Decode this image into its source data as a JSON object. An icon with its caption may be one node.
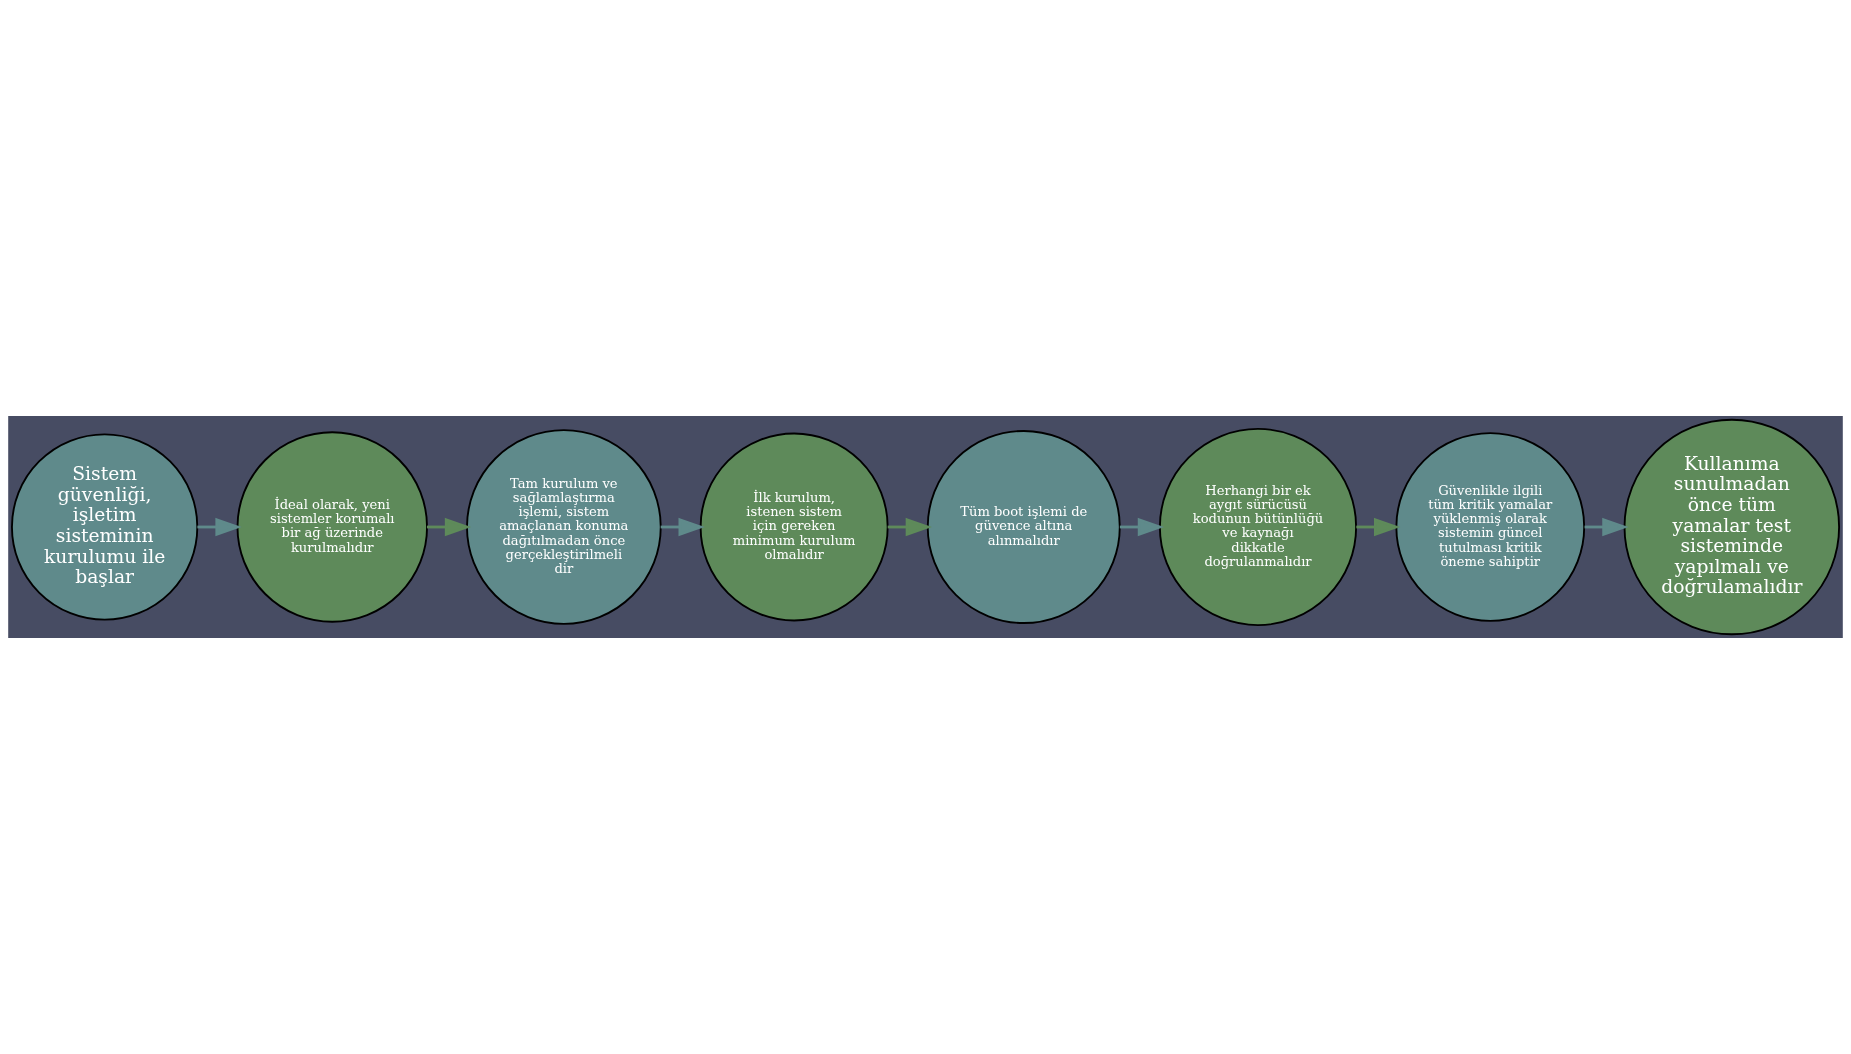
{
  "diagram": {
    "nodes": [
      {
        "text": [
          "Sistem güvenliği, işletim sisteminin kurulumu ile başlar"
        ]
      },
      {
        "text": [
          "İdeal olarak, yeni sistemler korumalı bir ağ üzerinde kurulmalıdır"
        ]
      },
      {
        "text": [
          "Tam kurulum ve sağlamlaştırma işlemi, sistem amaçlanan konuma dağıtılmadan önce gerçekleştirilmeli dir"
        ]
      },
      {
        "text": [
          "İlk kurulum, istenen sistem için gereken minimum kurulum olmalıdır"
        ]
      },
      {
        "text": [
          "Tüm boot işlemi de güvence altına alınmalıdır"
        ]
      },
      {
        "text": [
          "Herhangi bir ek aygıt sürücüsü kodunun bütünlüğü ve kaynağı dikkatle doğrulanmalıdır"
        ]
      },
      {
        "text": [
          "Güvenlikle ilgili tüm kritik yamalar yüklenmiş olarak sistemin güncel tutulması kritik öneme sahiptir"
        ]
      },
      {
        "text": [
          "Kullanıma sunulmadan önce tüm yamalar test sisteminde yapılmalı ve doğrulamalıdır"
        ]
      }
    ],
    "edges": [
      {
        "from": 0,
        "to": 1,
        "arrow": "to"
      },
      {
        "from": 1,
        "to": 2,
        "arrow": "to",
        "color": "#5e8a5a"
      },
      {
        "from": 2,
        "to": 3,
        "arrow": "to"
      },
      {
        "from": 3,
        "to": 4,
        "arrow": "to",
        "color": "#5e8a5a"
      },
      {
        "from": 4,
        "to": 5,
        "arrow": "to"
      },
      {
        "from": 5,
        "to": 6,
        "arrow": "to",
        "color": "#5e8a5a"
      },
      {
        "from": 6,
        "to": 7,
        "arrow": "to"
      }
    ]
  }
}
